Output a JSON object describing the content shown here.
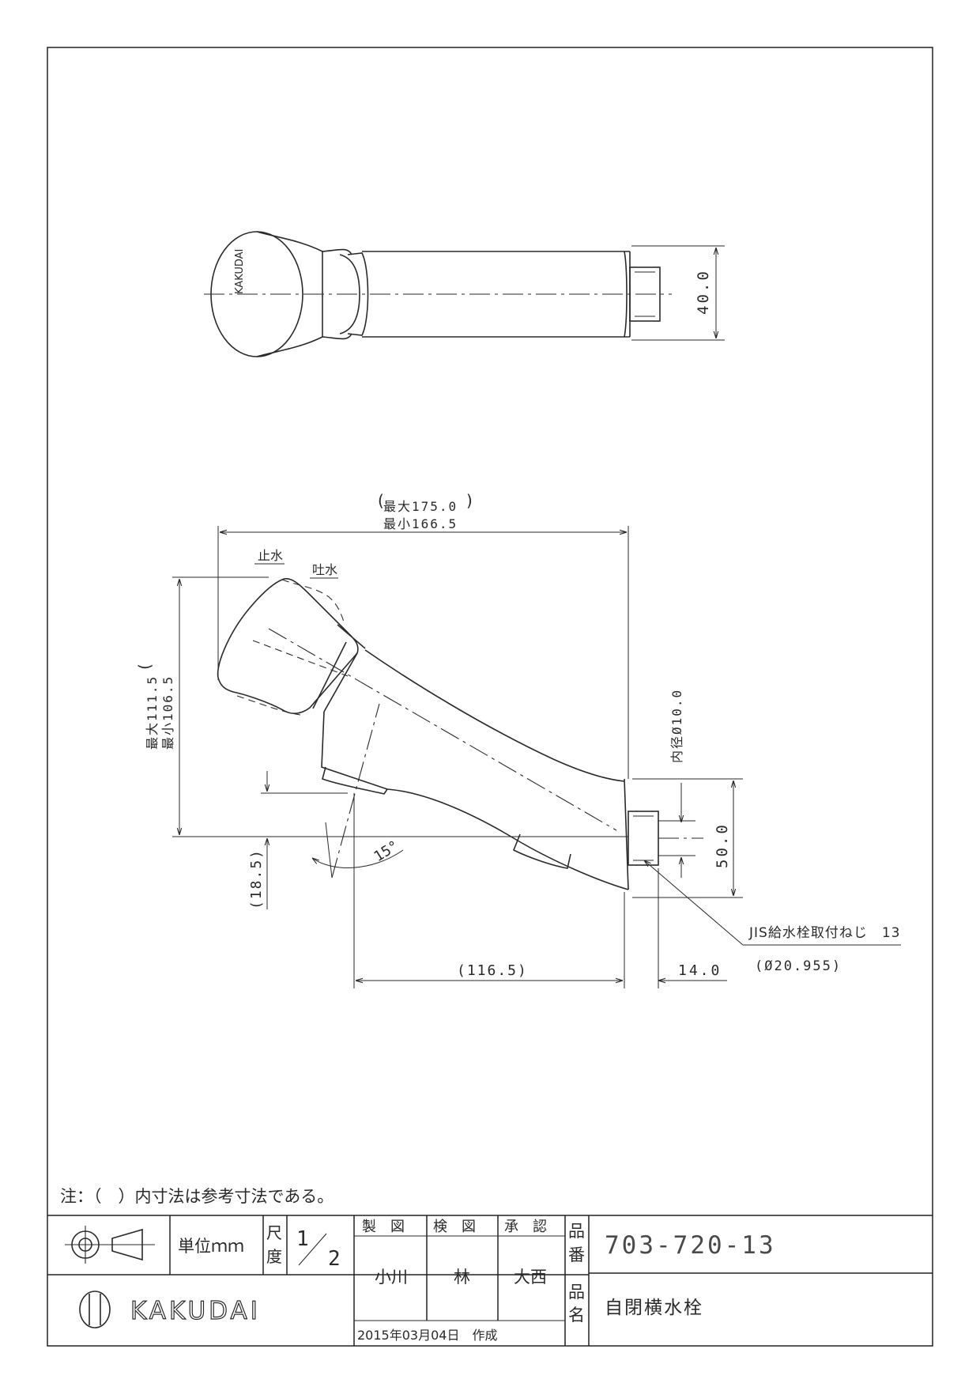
{
  "note": "注：（　）内寸法は参考寸法である。",
  "dims": {
    "top_height": "40.0",
    "overall_max": "最大175.0",
    "overall_min": "最小166.5",
    "height_max": "最大111.5",
    "height_min": "最小106.5",
    "inner_dia": "内径Ø10.0",
    "outlet_height": "50.0",
    "spout_height": "(18.5)",
    "spout_reach": "(116.5)",
    "thread_len": "14.0",
    "angle": "15°",
    "stop_label": "止水",
    "flow_label": "吐水",
    "thread_note": "JIS給水栓取付ねじ　13",
    "thread_dia": "(Ø20.955)"
  },
  "title_block": {
    "unit": "単位ｍｍ",
    "scale_label_1": "尺",
    "scale_label_2": "度",
    "scale_num": "1",
    "scale_den": "2",
    "drawn_label": "製　図",
    "checked_label": "検　図",
    "approved_label": "承　認",
    "drawn_by": "小川",
    "checked_by": "林",
    "approved_by": "大西",
    "date": "2015年03月04日　作成",
    "part_no_label_1": "品",
    "part_no_label_2": "番",
    "part_no": "703-720-13",
    "name_label_1": "品",
    "name_label_2": "名",
    "product_name": "自閉横水栓",
    "brand": "KAKUDAI"
  }
}
